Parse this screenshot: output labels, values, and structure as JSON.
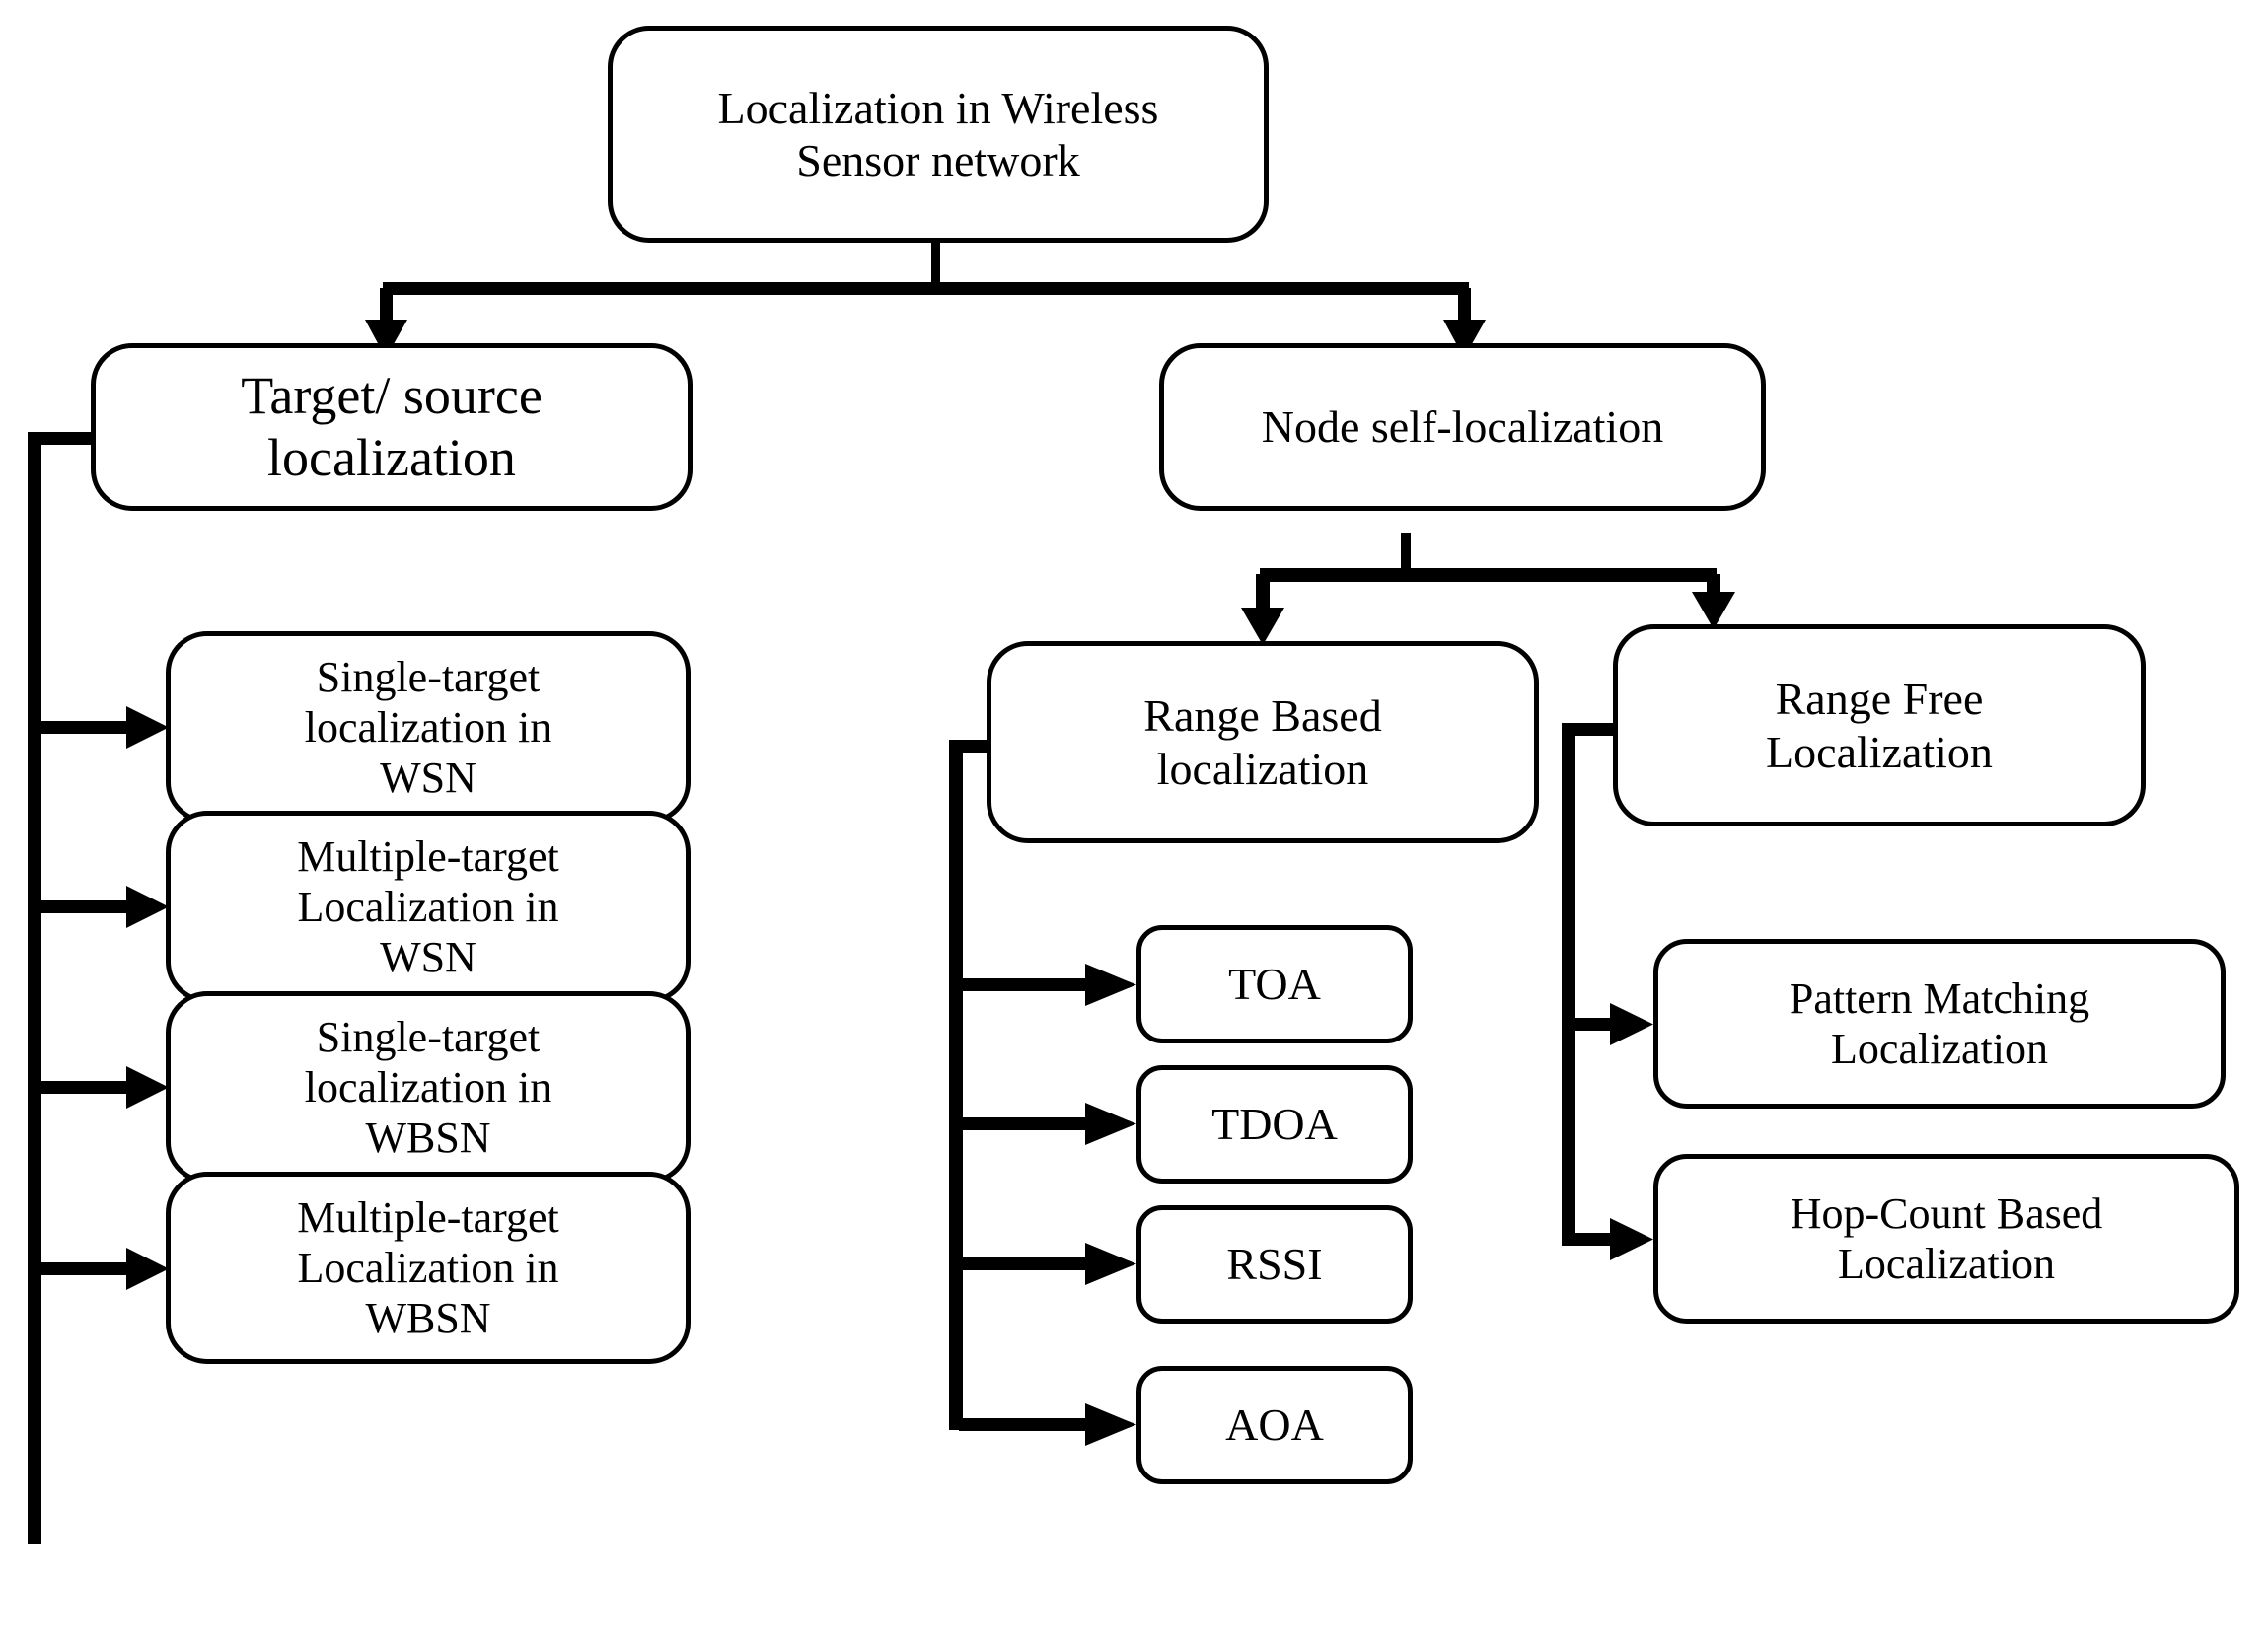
{
  "diagram": {
    "title": "Localization in Wireless Sensor network taxonomy",
    "stroke_color": "#000000",
    "background_color": "#ffffff",
    "nodes": {
      "root": "Localization in Wireless\nSensor network",
      "target_source": "Target/ source\nlocalization",
      "node_self": "Node self-localization",
      "single_target_wsn": "Single-target\nlocalization in\nWSN",
      "multiple_target_wsn": "Multiple-target\nLocalization in\nWSN",
      "single_target_wbsn": "Single-target\nlocalization in\nWBSN",
      "multiple_target_wbsn": "Multiple-target\nLocalization in\nWBSN",
      "range_based": "Range Based\nlocalization",
      "range_free": "Range Free\nLocalization",
      "toa": "TOA",
      "tdoa": "TDOA",
      "rssi": "RSSI",
      "aoa": "AOA",
      "pattern_matching": "Pattern Matching\nLocalization",
      "hop_count": "Hop-Count Based\nLocalization"
    },
    "edges": [
      {
        "from": "root",
        "to": "target_source",
        "style": "arrow-down"
      },
      {
        "from": "root",
        "to": "node_self",
        "style": "arrow-down"
      },
      {
        "from": "target_source",
        "to": "single_target_wsn",
        "style": "arrow-right"
      },
      {
        "from": "target_source",
        "to": "multiple_target_wsn",
        "style": "arrow-right"
      },
      {
        "from": "target_source",
        "to": "single_target_wbsn",
        "style": "arrow-right"
      },
      {
        "from": "target_source",
        "to": "multiple_target_wbsn",
        "style": "arrow-right"
      },
      {
        "from": "node_self",
        "to": "range_based",
        "style": "arrow-down"
      },
      {
        "from": "node_self",
        "to": "range_free",
        "style": "arrow-down"
      },
      {
        "from": "range_based",
        "to": "toa",
        "style": "arrow-right"
      },
      {
        "from": "range_based",
        "to": "tdoa",
        "style": "arrow-right"
      },
      {
        "from": "range_based",
        "to": "rssi",
        "style": "arrow-right"
      },
      {
        "from": "range_based",
        "to": "aoa",
        "style": "arrow-right"
      },
      {
        "from": "range_free",
        "to": "pattern_matching",
        "style": "arrow-right"
      },
      {
        "from": "range_free",
        "to": "hop_count",
        "style": "arrow-right"
      }
    ]
  }
}
